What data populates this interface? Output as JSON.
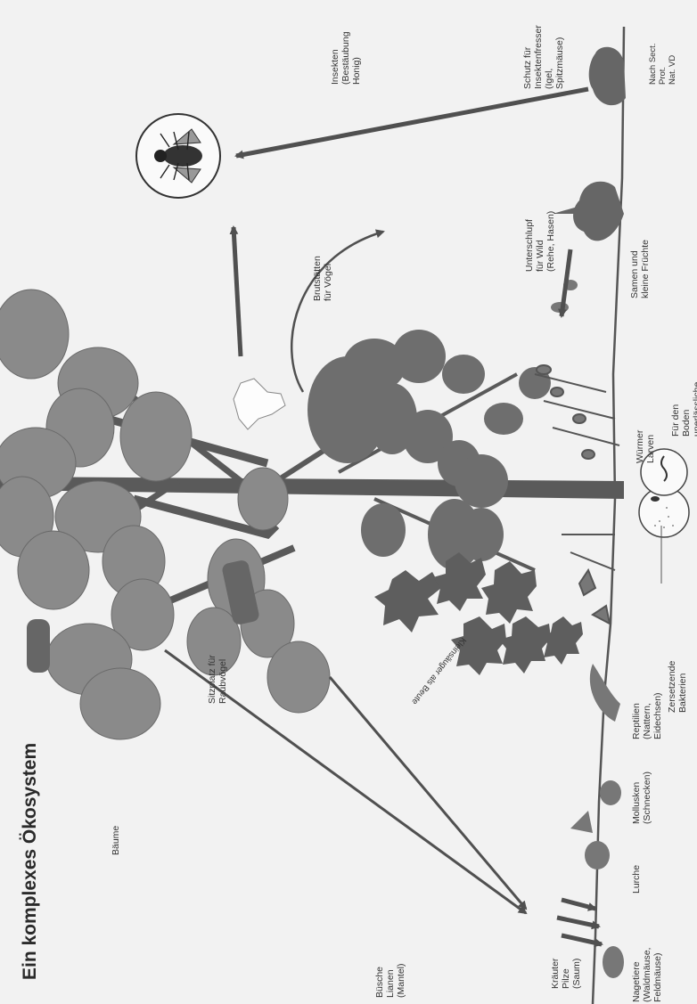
{
  "title": "Ein komplexes Ökosystem",
  "labels": {
    "baeume": "Bäume",
    "buesche": "Büsche\nLianen\n(Mantel)",
    "kraeuter": "Kräuter\nPilze\n(Saum)",
    "nagetiere": "Nagetiere\n(Waldmäuse,\nFeldmäuse)",
    "lurche": "Lurche",
    "mollusken": "Mollusken\n(Schnecken)",
    "reptilien": "Reptilien\n(Nattern,\nEidechsen)",
    "bakterien": "Zersetzende Bakterien",
    "wuermer": "Würmer\nLarven",
    "mikrofauna": "Für den Boden unerlässliche Mikrofauna",
    "samen": "Samen und\nkleine Früchte",
    "unterschlupf": "Unterschlupf\nfür Wild\n(Rehe, Hasen)",
    "schutz": "Schutz für\nInsektenfresser\n(Igel,\nSpitzmäuse)",
    "source": "Nach Sect. Prot.\nNat. VD",
    "insekten": "Insekten\n(Bestäubung\nHonig)",
    "brutstaetten": "Brutstätten\nfür Vögel",
    "sitzplatz": "Sitzplatz für\nRaubvögel",
    "kleinsaeuger": "Kleinsäuger als Beute"
  },
  "colors": {
    "background": "#f2f2f2",
    "foliage": "#8a8a8a",
    "foliage_dark": "#6e6e6e",
    "trunk": "#555555",
    "arrow": "#505050",
    "text": "#333333"
  },
  "icons": [
    "fly-icon",
    "bird-icon",
    "rabbit-icon",
    "hedgehog-icon",
    "mouse-icon",
    "frog-icon",
    "snail-icon",
    "lizard-icon",
    "worm-icon"
  ]
}
